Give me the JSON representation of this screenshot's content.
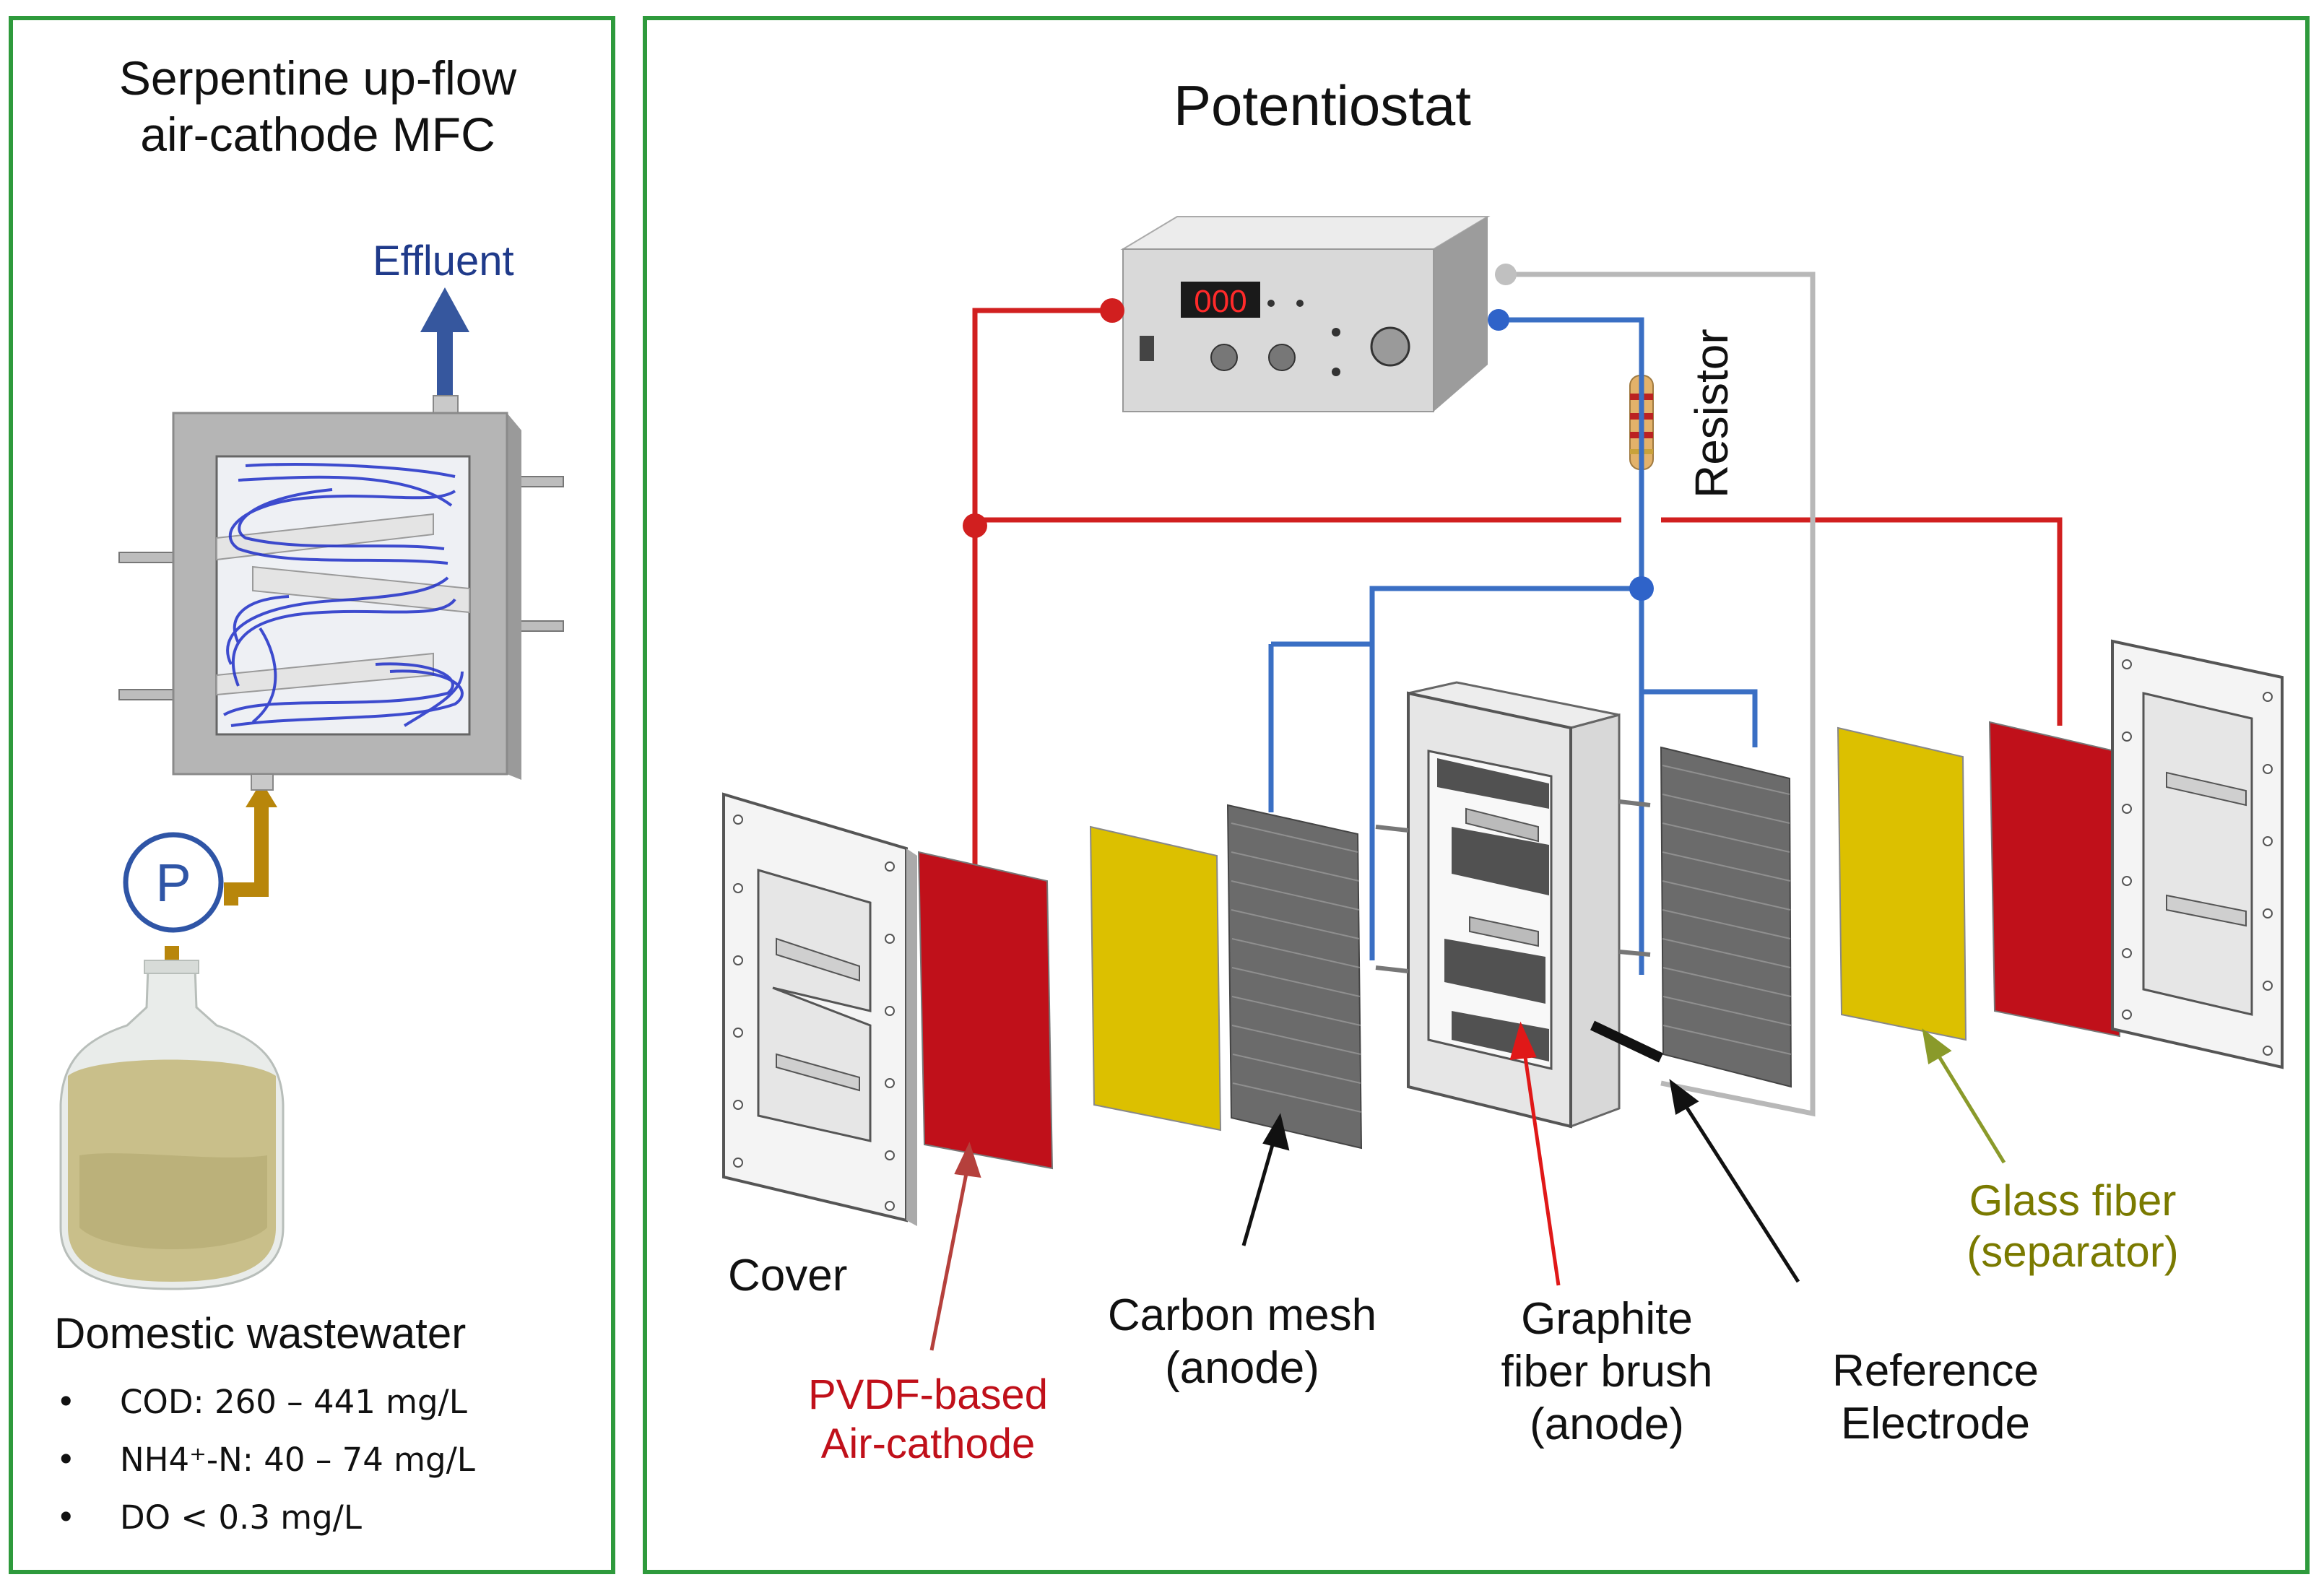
{
  "left_panel": {
    "title_line1": "Serpentine up-flow",
    "title_line2": "air-cathode MFC",
    "effluent_label": "Effluent",
    "pump_label": "P",
    "wastewater_title": "Domestic wastewater",
    "bullets": [
      "COD: 260 – 441 mg/L",
      "NH4⁺-N: 40 – 74 mg/L",
      "DO < 0.3 mg/L"
    ]
  },
  "right_panel": {
    "title": "Potentiostat",
    "display_value": "000",
    "resistor_label": "Resistor",
    "labels": {
      "cover": "Cover",
      "air_cathode_line1": "PVDF-based",
      "air_cathode_line2": "Air-cathode",
      "carbon_mesh_line1": "Carbon mesh",
      "carbon_mesh_line2": "(anode)",
      "brush_line1": "Graphite",
      "brush_line2": "fiber brush",
      "brush_line3": "(anode)",
      "reference_line1": "Reference",
      "reference_line2": "Electrode",
      "glass_line1": "Glass fiber",
      "glass_line2": "(separator)"
    }
  },
  "colors": {
    "panel_border": "#2e9a3c",
    "cathode_wire": "#d11f1f",
    "anode_wire": "#3a6fc4",
    "reference_wire": "#b8b8b8",
    "cathode_plate": "#c0101a",
    "separator": "#dcc000",
    "effluent_arrow": "#36579e",
    "pump": "#2f55a6",
    "feed_pipe": "#b8860b",
    "air_cathode_text": "#c0101a",
    "glass_fiber_text": "#7a7a00",
    "effluent_text": "#1f3a8a"
  }
}
